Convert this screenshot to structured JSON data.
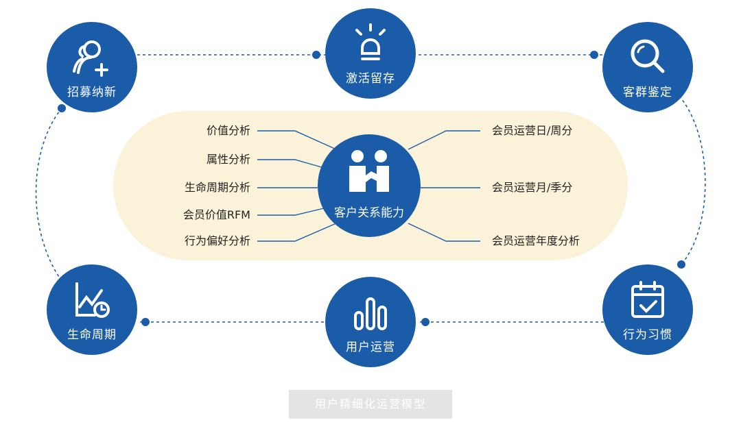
{
  "center": {
    "label": "客户关系能力",
    "icon": "handshake-people-icon"
  },
  "outer_nodes": [
    {
      "label": "招募纳新",
      "icon": "add-user-icon"
    },
    {
      "label": "激活留存",
      "icon": "lightbulb-icon"
    },
    {
      "label": "客群鉴定",
      "icon": "magnifier-icon"
    },
    {
      "label": "生命周期",
      "icon": "growth-chart-clock-icon"
    },
    {
      "label": "用户运营",
      "icon": "bar-chart-icon"
    },
    {
      "label": "行为习惯",
      "icon": "calendar-check-icon"
    }
  ],
  "left_items": [
    "价值分析",
    "属性分析",
    "生命周期分析",
    "会员价值RFM",
    "行为偏好分析"
  ],
  "right_items": [
    "会员运营日/周分",
    "会员运营月/季分",
    "会员运营年度分析"
  ],
  "caption": "用户精细化运营模型",
  "colors": {
    "node": "#1a5ca8",
    "panel": "#fbf3d9",
    "dashed_line": "#1a5ca8",
    "caption_bg": "#e4e4e4"
  }
}
